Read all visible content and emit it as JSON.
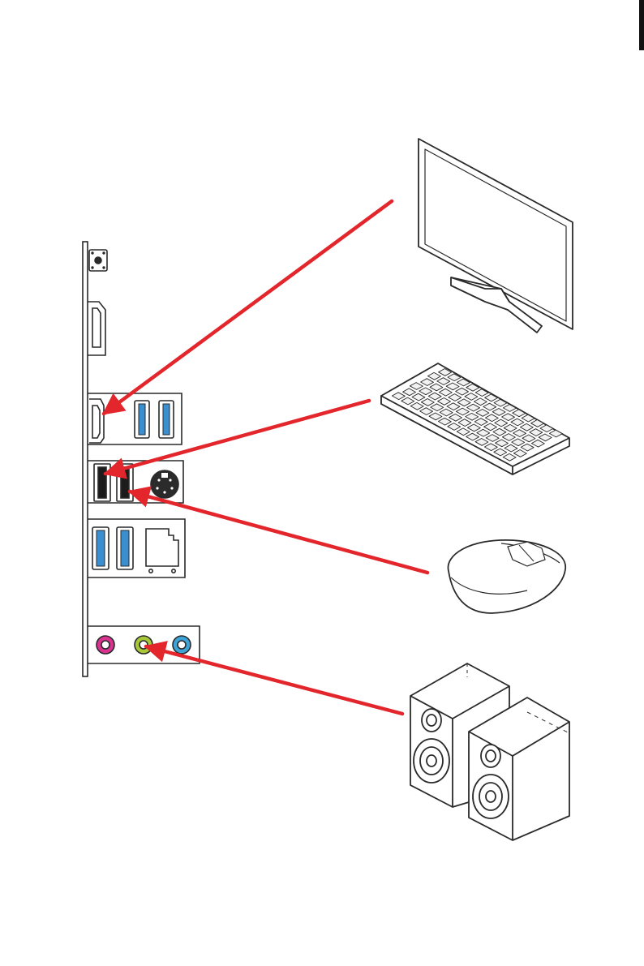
{
  "diagram": {
    "description_visible_text": "",
    "colors": {
      "line": "#2a2a2a",
      "arrow": "#e3262c",
      "usb3": "#3a8fd0",
      "usb2": "#1c1c1c",
      "ps2_mouse_keyboard": "#2b2b2b",
      "audio_pink": "#d9338f",
      "audio_green": "#a8c83a",
      "audio_blue": "#3ea3d6",
      "device_fill": "#ffffff",
      "key_fill": "#f2f2f2"
    },
    "io_panel": {
      "ports": [
        {
          "id": "bios-flashback-button",
          "icon": "button-icon"
        },
        {
          "id": "displayport",
          "icon": "displayport-icon"
        },
        {
          "id": "hdmi",
          "icon": "hdmi-icon"
        },
        {
          "id": "usb3-pair-top",
          "icon": "usb3-icon"
        },
        {
          "id": "usb2-pair",
          "icon": "usb2-icon"
        },
        {
          "id": "ps2-port",
          "icon": "ps2-icon"
        },
        {
          "id": "usb3-pair-lower",
          "icon": "usb3-icon"
        },
        {
          "id": "lan-port",
          "icon": "rj45-icon"
        },
        {
          "id": "audio-jacks",
          "icon": "audio-jack-icon"
        }
      ]
    },
    "devices": [
      {
        "id": "monitor",
        "icon": "monitor-icon",
        "connects_to": "hdmi"
      },
      {
        "id": "keyboard",
        "icon": "keyboard-icon",
        "connects_to": "usb2-pair"
      },
      {
        "id": "mouse",
        "icon": "mouse-icon",
        "connects_to": "usb2-pair"
      },
      {
        "id": "speakers",
        "icon": "speakers-icon",
        "connects_to": "audio-line-out"
      }
    ]
  }
}
